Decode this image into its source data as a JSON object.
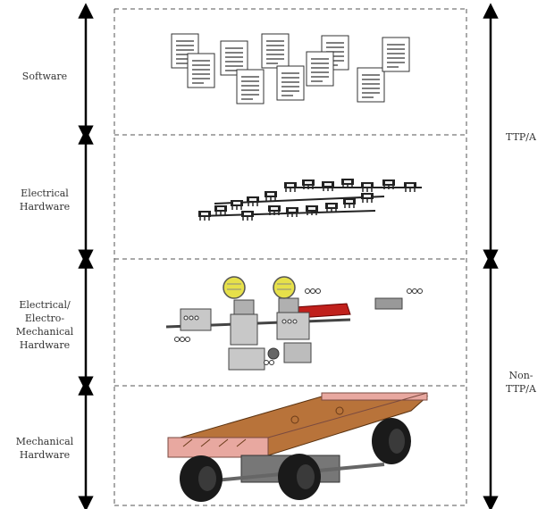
{
  "layers": [
    {
      "id": "software",
      "label_lines": [
        "Software"
      ]
    },
    {
      "id": "electrical",
      "label_lines": [
        "Electrical",
        "Hardware"
      ]
    },
    {
      "id": "electromech",
      "label_lines": [
        "Electrical/",
        "Electro-",
        "Mechanical",
        "Hardware"
      ]
    },
    {
      "id": "mechanical",
      "label_lines": [
        "Mechanical",
        "Hardware"
      ]
    }
  ],
  "right_groups": [
    {
      "id": "ttpa",
      "label_lines": [
        "TTP/A"
      ]
    },
    {
      "id": "non-ttpa",
      "label_lines": [
        "Non-",
        "TTP/A"
      ]
    }
  ],
  "colors": {
    "arrow": "#000000",
    "dash": "#555555",
    "wood": "#b8733a",
    "wood_edge": "#e8a8a0",
    "tire": "#1a1a1a",
    "metal": "#c8c8c8",
    "bulb": "#e6e04a",
    "red_board": "#c0201c"
  }
}
